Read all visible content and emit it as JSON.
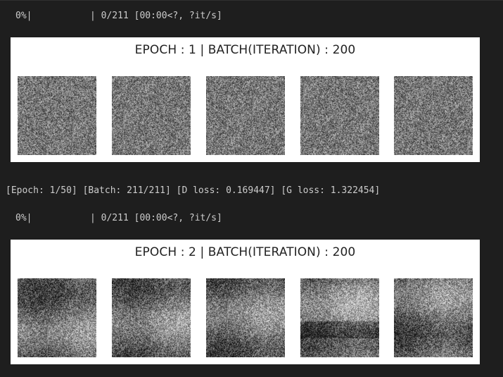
{
  "blocks": [
    {
      "progress": {
        "percent": "0%|",
        "info": "| 0/211 [00:00<?, ?it/s]"
      },
      "figure": {
        "title": "EPOCH : 1 | BATCH(ITERATION) : 200",
        "samples": 5
      },
      "log": "[Epoch: 1/50] [Batch: 211/211] [D loss: 0.169447] [G loss: 1.322454]"
    },
    {
      "progress": {
        "percent": "0%|",
        "info": "| 0/211 [00:00<?, ?it/s]"
      },
      "figure": {
        "title": "EPOCH : 2 | BATCH(ITERATION) : 200",
        "samples": 5
      }
    }
  ]
}
